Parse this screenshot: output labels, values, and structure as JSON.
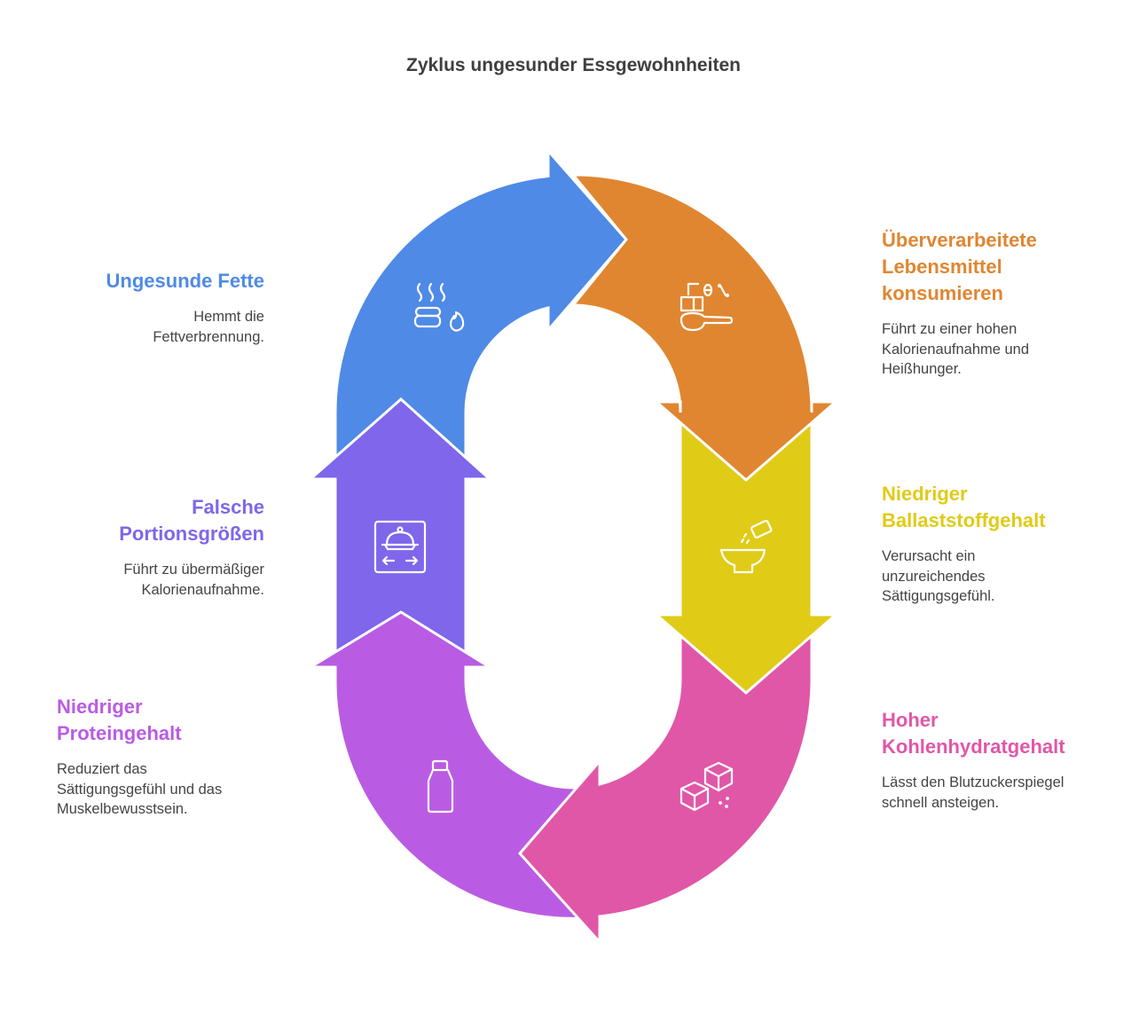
{
  "title": "Zyklus ungesunder Essgewohnheiten",
  "colors": {
    "blue": "#4F8AE6",
    "orange": "#E08631",
    "yellow": "#E0CB17",
    "pink": "#E057A8",
    "violet": "#BA5CE3",
    "indigo": "#7F66EA"
  },
  "steps": [
    {
      "heading": "Ungesunde Fette",
      "text": "Hemmt die Fettverbrennung.",
      "icon": "fat-burning-icon"
    },
    {
      "heading": "Überverarbeitete Lebensmittel konsumieren",
      "text": "Führt zu einer hohen Kalorienaufnahme und Heißhunger.",
      "icon": "processed-food-icon"
    },
    {
      "heading": "Niedriger Ballaststoffgehalt",
      "text": "Verursacht ein unzureichendes Sättigungsgefühl.",
      "icon": "bowl-icon"
    },
    {
      "heading": "Hoher Kohlenhydratgehalt",
      "text": "Lässt den Blutzuckerspiegel schnell ansteigen.",
      "icon": "sugar-cubes-icon"
    },
    {
      "heading": "Niedriger Proteingehalt",
      "text": "Reduziert das Sättigungsgefühl und das Muskelbewusstsein.",
      "icon": "milk-bottle-icon"
    },
    {
      "heading": "Falsche Portionsgrößen",
      "text": "Führt zu übermäßiger Kalorienaufnahme.",
      "icon": "portion-size-icon"
    }
  ]
}
